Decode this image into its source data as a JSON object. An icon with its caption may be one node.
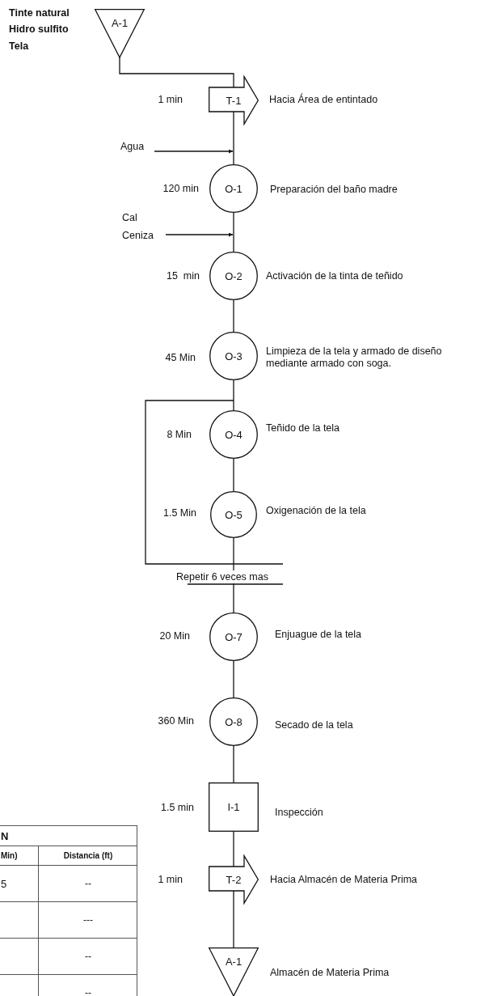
{
  "diagram": {
    "nodes": [
      {
        "text": [
          "A-1"
        ],
        "beside": [
          "Tinte natural",
          "Hidro sulfito",
          "Tela"
        ]
      },
      {
        "text": [
          "T-1"
        ],
        "beside": [
          "1 min",
          "Hacia Área de entintado"
        ]
      },
      {
        "text": [
          "Agua"
        ]
      },
      {
        "text": [
          "O-1"
        ],
        "beside": [
          "120 min",
          "Preparación del baño madre"
        ]
      },
      {
        "text": [
          "Cal",
          "Ceniza"
        ]
      },
      {
        "text": [
          "O-2"
        ],
        "beside": [
          "15  min",
          "Activación de la tinta de teñido"
        ]
      },
      {
        "text": [
          "O-3"
        ],
        "beside": [
          "45 Min",
          "Limpieza de la tela y armado de diseño mediante armado con soga."
        ]
      },
      {
        "text": [
          "O-4"
        ],
        "beside": [
          "8 Min",
          "Teñido de la tela"
        ]
      },
      {
        "text": [
          "O-5"
        ],
        "beside": [
          "1.5 Min",
          "Oxigenación de la tela"
        ]
      },
      {
        "text": [
          "O-7"
        ],
        "beside": [
          "20 Min",
          "Enjuague de la tela"
        ]
      },
      {
        "text": [
          "O-8"
        ],
        "beside": [
          "360 Min",
          "Secado de la tela"
        ]
      },
      {
        "text": [
          "I-1"
        ],
        "beside": [
          "1.5 min",
          "Inspección"
        ]
      },
      {
        "text": [
          "T-2"
        ],
        "beside": [
          "1 min",
          "Hacia Almacén de Materia Prima"
        ]
      },
      {
        "text": [
          "A-1"
        ],
        "beside": [
          "Almacén de Materia Prima"
        ]
      }
    ],
    "edges": [
      {
        "from": 0,
        "to": 1,
        "arrow": "none"
      },
      {
        "from": 1,
        "to": 3,
        "arrow": "none"
      },
      {
        "from": 2,
        "to": 3,
        "arrow": "to"
      },
      {
        "from": 3,
        "to": 5,
        "arrow": "none"
      },
      {
        "from": 4,
        "to": 5,
        "arrow": "to"
      },
      {
        "from": 5,
        "to": 6,
        "arrow": "none"
      },
      {
        "from": 6,
        "to": 7,
        "arrow": "none"
      },
      {
        "from": 7,
        "to": 8,
        "arrow": "none"
      },
      {
        "from": 8,
        "to": 9,
        "arrow": "none"
      },
      {
        "from": 9,
        "to": 10,
        "arrow": "none"
      },
      {
        "from": 10,
        "to": 11,
        "arrow": "none"
      },
      {
        "from": 11,
        "to": 12,
        "arrow": "none"
      },
      {
        "from": 12,
        "to": 13,
        "arrow": "none"
      }
    ],
    "labels": [
      "Repetir 6 veces mas",
      "N",
      "Min)",
      "Distancia (ft)",
      "5",
      "--",
      "---",
      "--",
      "--"
    ]
  }
}
